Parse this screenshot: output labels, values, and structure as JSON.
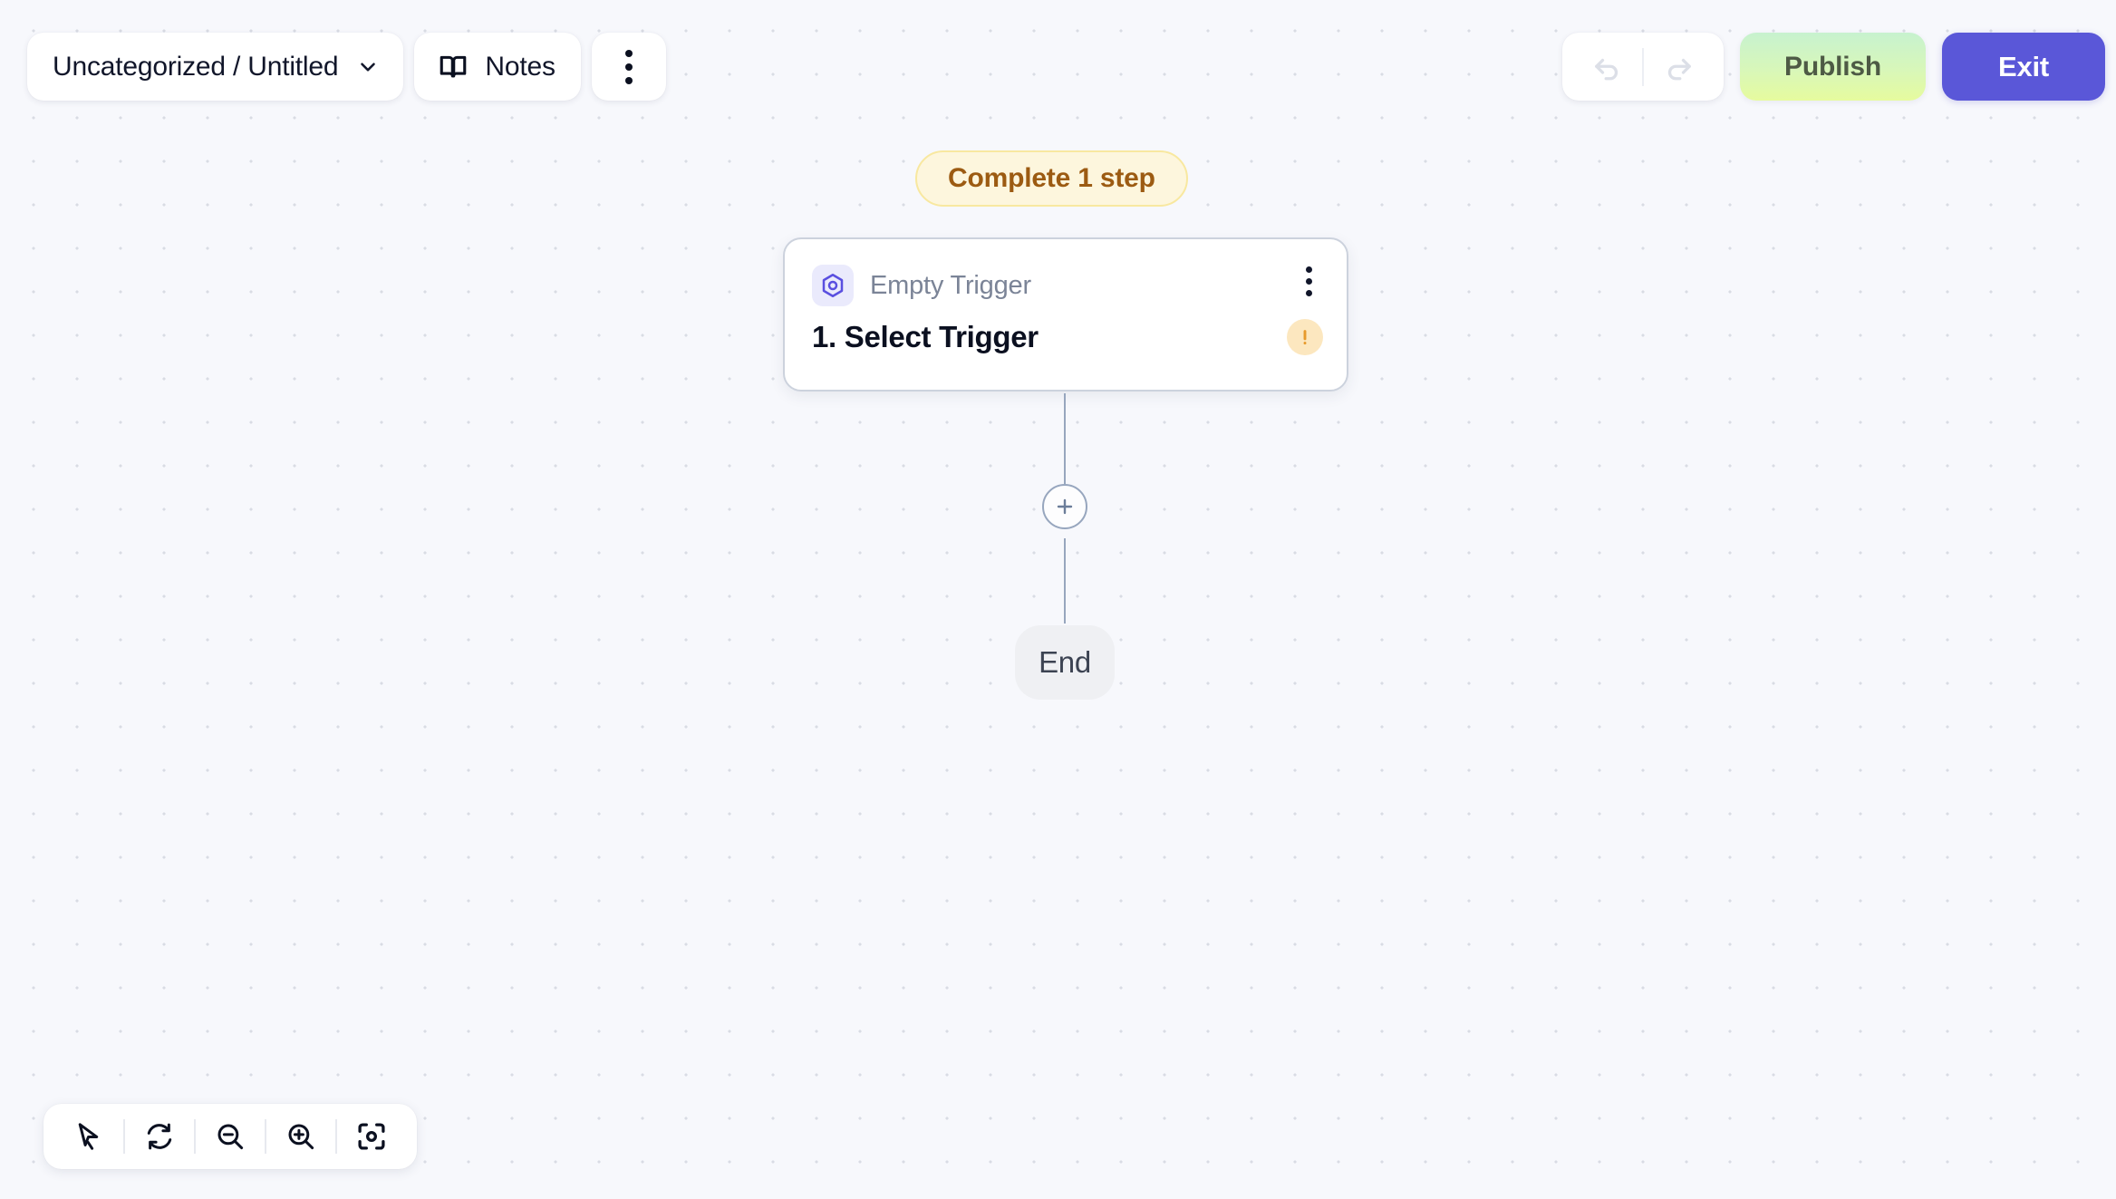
{
  "header": {
    "workflow_path": "Uncategorized / Untitled",
    "workflow_chevron_icon": "chevron-down-icon",
    "notes_label": "Notes",
    "notes_icon": "book-icon",
    "more_menu_icon": "kebab-menu-icon",
    "undo_icon": "undo-arrow-icon",
    "redo_icon": "redo-arrow-icon",
    "publish_label": "Publish",
    "exit_label": "Exit"
  },
  "flow": {
    "status_badge": "Complete 1 step",
    "node": {
      "icon": "hexagon-target-icon",
      "subtitle": "Empty Trigger",
      "title": "1. Select Trigger",
      "menu_icon": "kebab-menu-icon",
      "warning_icon": "warning-exclamation-icon"
    },
    "add_step_icon": "plus-icon",
    "end_label": "End"
  },
  "toolbar": {
    "items": [
      {
        "name": "select-tool",
        "icon": "cursor-arrow-icon"
      },
      {
        "name": "reset-view-tool",
        "icon": "refresh-icon"
      },
      {
        "name": "zoom-out-tool",
        "icon": "magnifier-minus-icon"
      },
      {
        "name": "zoom-in-tool",
        "icon": "magnifier-plus-icon"
      },
      {
        "name": "fit-view-tool",
        "icon": "focus-frame-icon"
      }
    ]
  },
  "colors": {
    "canvas_bg": "#f7f8fc",
    "grid_dot": "#d9dce4",
    "accent_indigo": "#5a57d8",
    "publish_green_top": "#c7f2cf",
    "publish_green_bottom": "#e6fb9e",
    "badge_bg": "#fdf6dd",
    "badge_border": "#f8e8a0",
    "badge_text": "#9c5b12",
    "edge_line": "#97a6be",
    "warning_bg": "#fce7bf",
    "warning_fg": "#e79a2c"
  }
}
